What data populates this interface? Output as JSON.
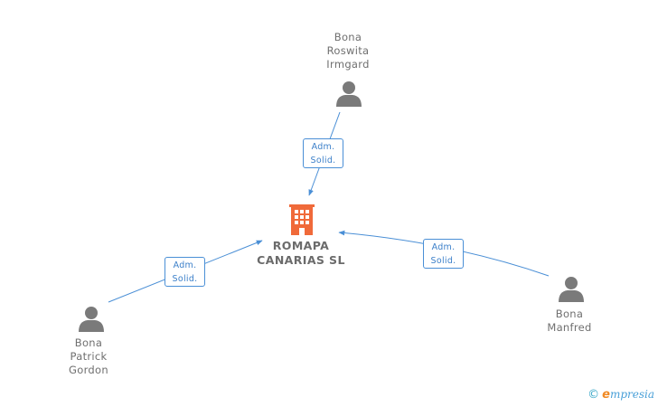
{
  "colors": {
    "edge": "#4a8fd6",
    "person_icon": "#7a7a7a",
    "company_icon": "#f06a3a",
    "label_text": "#6f6f6f"
  },
  "company": {
    "name_line1": "ROMAPA",
    "name_line2": "CANARIAS SL",
    "icon": "building-icon"
  },
  "people": [
    {
      "line1": "Bona",
      "line2": "Roswita",
      "line3": "Irmgard",
      "icon": "person-icon"
    },
    {
      "line1": "Bona",
      "line2": "Patrick",
      "line3": "Gordon",
      "icon": "person-icon"
    },
    {
      "line1": "Bona",
      "line2": "Manfred",
      "icon": "person-icon"
    }
  ],
  "relations": [
    {
      "line1": "Adm.",
      "line2": "Solid."
    },
    {
      "line1": "Adm.",
      "line2": "Solid."
    },
    {
      "line1": "Adm.",
      "line2": "Solid."
    }
  ],
  "watermark": {
    "copyright": "©",
    "e_letter": "e",
    "brand": "mpresia"
  }
}
